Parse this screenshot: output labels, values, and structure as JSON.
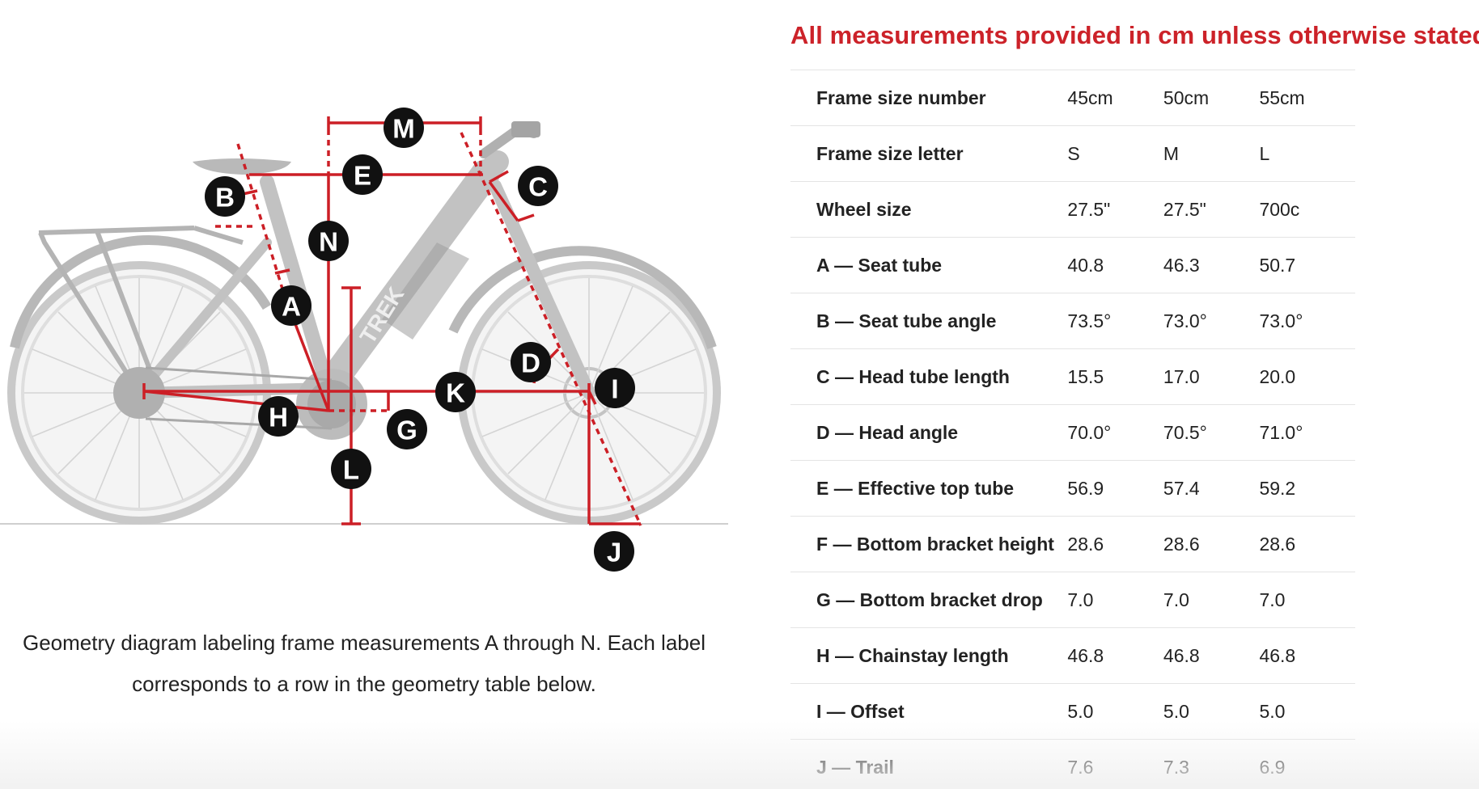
{
  "notice": "All measurements provided in cm unless otherwise stated.",
  "diagram": {
    "caption": "Geometry diagram labeling frame measurements A through N. Each label corresponds to a row in the geometry table below.",
    "brand_mark": "TREK",
    "labels": {
      "A": "A",
      "B": "B",
      "C": "C",
      "D": "D",
      "E": "E",
      "G": "G",
      "H": "H",
      "I": "I",
      "J": "J",
      "K": "K",
      "L": "L",
      "M": "M",
      "N": "N"
    }
  },
  "table": {
    "rows": [
      {
        "label": "Frame size number",
        "values": [
          "45cm",
          "50cm",
          "55cm"
        ]
      },
      {
        "label": "Frame size letter",
        "values": [
          "S",
          "M",
          "L"
        ]
      },
      {
        "label": "Wheel size",
        "values": [
          "27.5\"",
          "27.5\"",
          "700c"
        ]
      },
      {
        "label": "A — Seat tube",
        "values": [
          "40.8",
          "46.3",
          "50.7"
        ]
      },
      {
        "label": "B — Seat tube angle",
        "values": [
          "73.5°",
          "73.0°",
          "73.0°"
        ]
      },
      {
        "label": "C — Head tube length",
        "values": [
          "15.5",
          "17.0",
          "20.0"
        ]
      },
      {
        "label": "D — Head angle",
        "values": [
          "70.0°",
          "70.5°",
          "71.0°"
        ]
      },
      {
        "label": "E — Effective top tube",
        "values": [
          "56.9",
          "57.4",
          "59.2"
        ]
      },
      {
        "label": "F — Bottom bracket height",
        "values": [
          "28.6",
          "28.6",
          "28.6"
        ]
      },
      {
        "label": "G — Bottom bracket drop",
        "values": [
          "7.0",
          "7.0",
          "7.0"
        ]
      },
      {
        "label": "H — Chainstay length",
        "values": [
          "46.8",
          "46.8",
          "46.8"
        ]
      },
      {
        "label": "I — Offset",
        "values": [
          "5.0",
          "5.0",
          "5.0"
        ]
      },
      {
        "label": "J — Trail",
        "values": [
          "7.6",
          "7.3",
          "6.9"
        ]
      }
    ]
  },
  "colors": {
    "accent": "#cc2229",
    "measurement_line": "#cc1f26",
    "label_circle": "#111111",
    "bike_gray": "#bdbdbd"
  }
}
